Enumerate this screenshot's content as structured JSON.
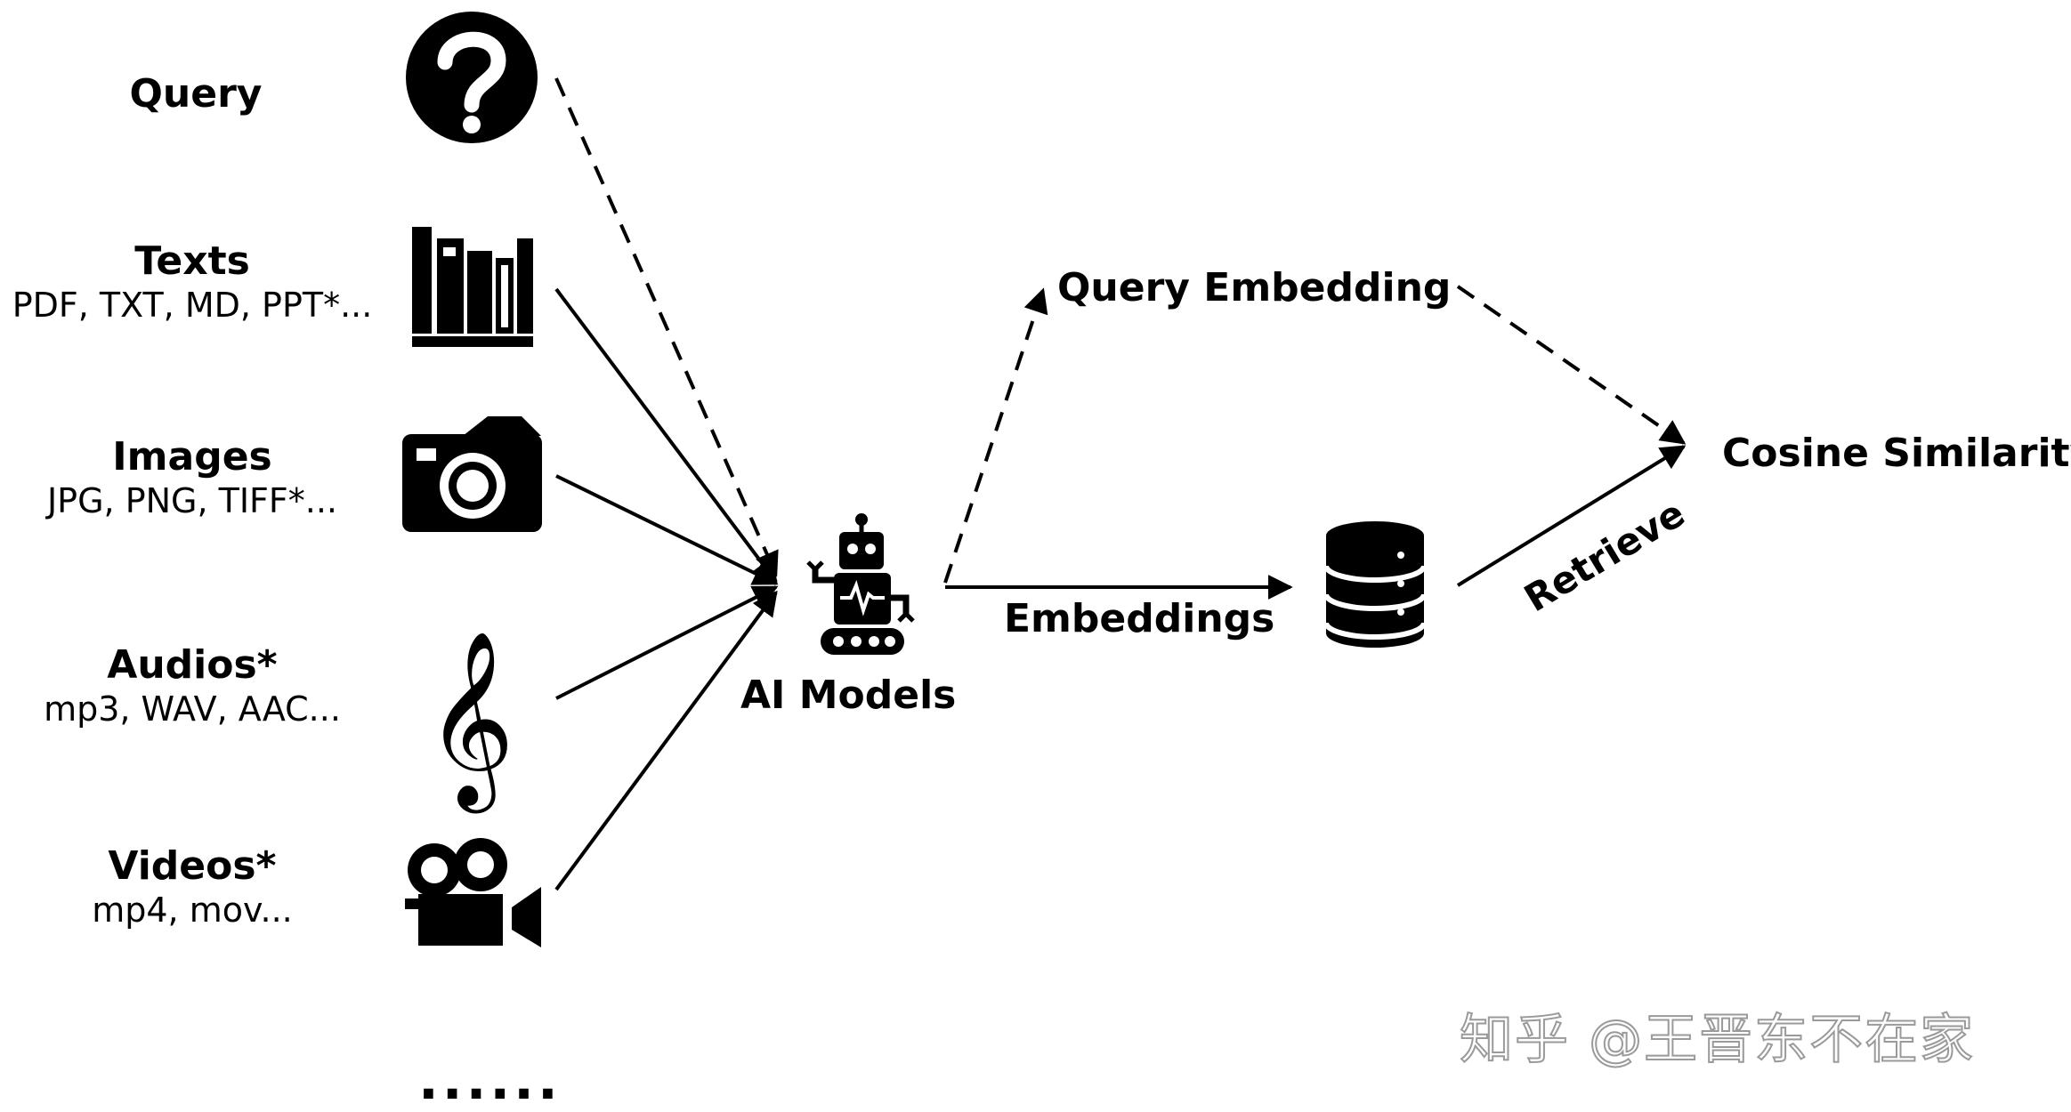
{
  "inputs": [
    {
      "title": "Query",
      "subtitle": "",
      "icon": "question-circle-icon"
    },
    {
      "title": "Texts",
      "subtitle": "PDF, TXT, MD, PPT*...",
      "icon": "bookshelf-icon"
    },
    {
      "title": "Images",
      "subtitle": "JPG, PNG, TIFF*...",
      "icon": "camera-icon"
    },
    {
      "title": "Audios*",
      "subtitle": "mp3, WAV, AAC...",
      "icon": "treble-clef-icon"
    },
    {
      "title": "Videos*",
      "subtitle": "mp4, mov...",
      "icon": "video-camera-icon"
    }
  ],
  "more_indicator": "......",
  "model": {
    "label": "AI Models",
    "icon": "robot-icon"
  },
  "embeddings_label": "Embeddings",
  "database_icon": "database-icon",
  "query_embedding_label": "Query Embedding",
  "retrieve_label": "Retrieve",
  "similarity_label": "Cosine Similarity",
  "watermark": "知乎 @王晋东不在家",
  "colors": {
    "ink": "#000000",
    "watermark_outline": "#9a9a9a",
    "background": "#ffffff"
  }
}
